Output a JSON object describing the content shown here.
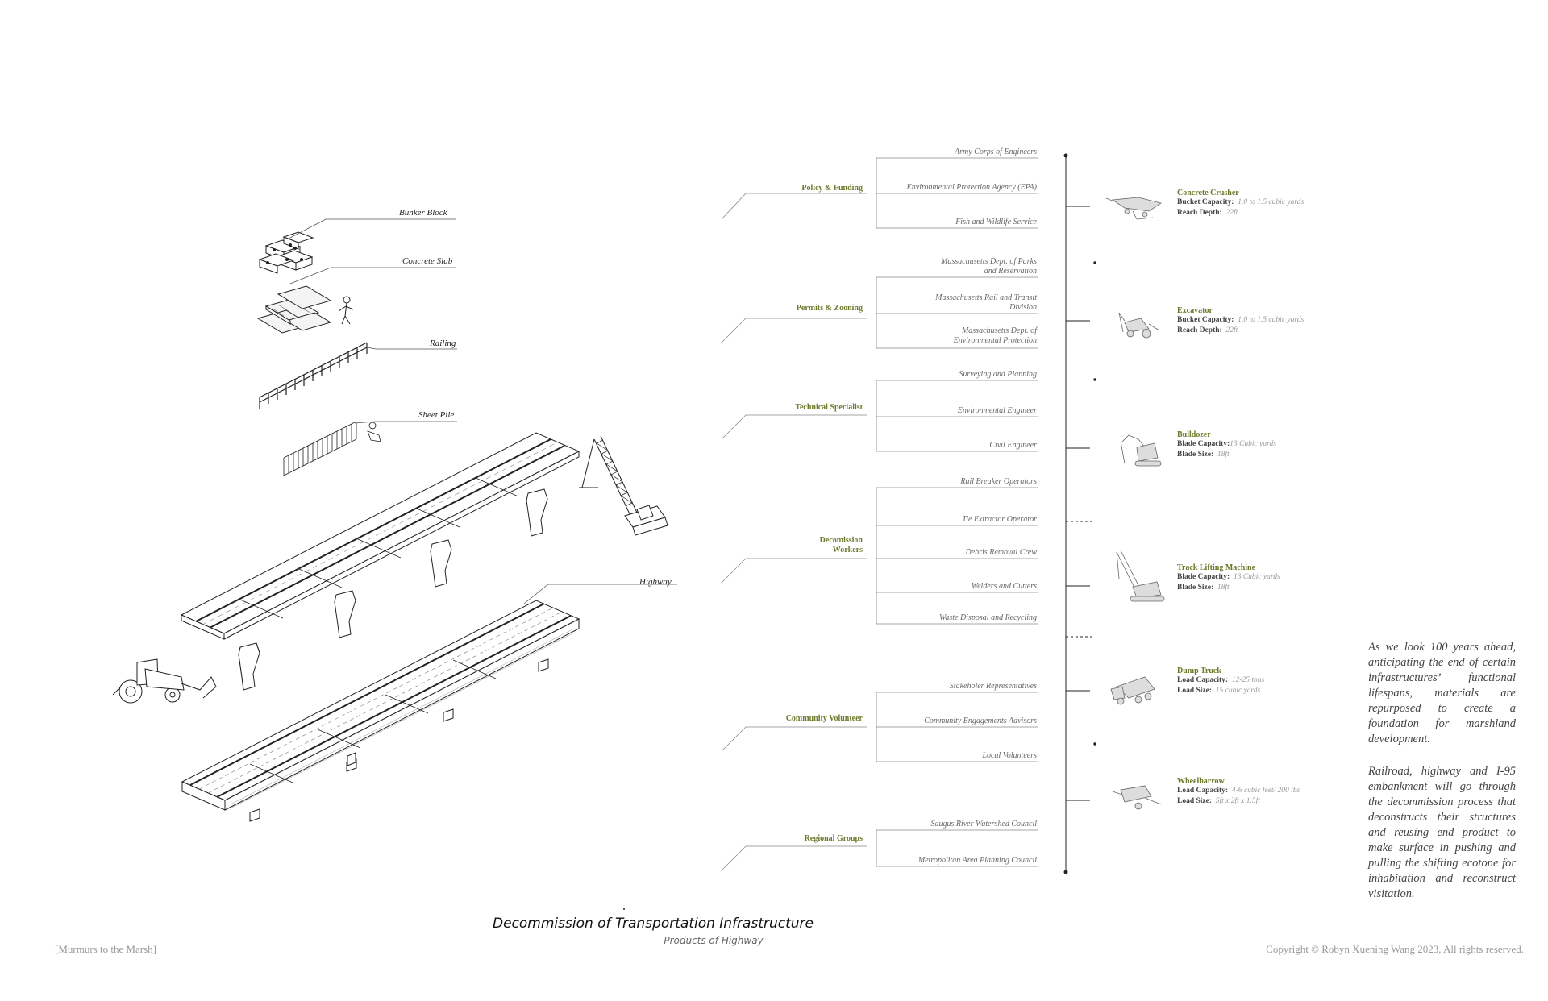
{
  "components": {
    "bunker_block": "Bunker Block",
    "concrete_slab": "Concrete Slab",
    "railing": "Railing",
    "sheet_pile": "Sheet Pile",
    "highway": "Highway"
  },
  "groups": [
    {
      "name": "Policy & Funding",
      "members": [
        "Army Corps of Engineers",
        "Environmental Protection Agency (EPA)",
        "Fish and Wildlife Service"
      ]
    },
    {
      "name": "Permits & Zooning",
      "members": [
        "Massachusetts Dept. of Parks and Reservation",
        "Massachusetts Rail and Transit Division",
        "Massachusetts Dept. of Environmental Protection"
      ]
    },
    {
      "name": "Technical Specialist",
      "members": [
        "Surveying and Planning",
        "Environmental Engineer",
        "Civil Engineer"
      ]
    },
    {
      "name": "Decomission Workers",
      "members": [
        "Rail Breaker Operators",
        "Tie Extractor Operator",
        "Debris Removal Crew",
        "Welders and Cutters",
        "Waste Disposal and Recycling"
      ]
    },
    {
      "name": "Community Volunteer",
      "members": [
        "Stakeholer Representatives",
        "Community Engagements Advisors",
        "Local Volunteers"
      ]
    },
    {
      "name": "Regional Groups",
      "members": [
        "Saugus River Watershed Council",
        "Metropolitan Area Planning Council"
      ]
    }
  ],
  "machines": [
    {
      "name": "Concrete Crusher",
      "icon": "concrete-crusher-icon",
      "specs": [
        {
          "label": "Bucket Capacity:",
          "value": "1.0 to 1.5 cubic yards"
        },
        {
          "label": "Reach Depth:",
          "value": "22ft"
        }
      ]
    },
    {
      "name": "Excavator",
      "icon": "excavator-icon",
      "specs": [
        {
          "label": "Bucket Capacity:",
          "value": "1.0 to 1.5 cubic yards"
        },
        {
          "label": "Reach Depth:",
          "value": "22ft"
        }
      ]
    },
    {
      "name": "Bulldozer",
      "icon": "bulldozer-icon",
      "specs": [
        {
          "label": "Blade Capacity:",
          "value": "13 Cubic yards"
        },
        {
          "label": "Blade Size:",
          "value": "18ft"
        }
      ]
    },
    {
      "name": "Track Lifting Machine",
      "icon": "crane-icon",
      "specs": [
        {
          "label": "Blade Capacity:",
          "value": "13 Cubic yards"
        },
        {
          "label": "Blade Size:",
          "value": "18ft"
        }
      ]
    },
    {
      "name": "Dump Truck",
      "icon": "dump-truck-icon",
      "specs": [
        {
          "label": "Load Capacity:",
          "value": "12-25 tons"
        },
        {
          "label": "Load Size:",
          "value": "15 cubic yards"
        }
      ]
    },
    {
      "name": "Wheelbarrow",
      "icon": "wheelbarrow-icon",
      "specs": [
        {
          "label": "Load Capacity:",
          "value": "4-6 cubic feet/ 200 lbs"
        },
        {
          "label": "Load Size:",
          "value": "5ft x 2ft x 1.5ft"
        }
      ]
    }
  ],
  "paragraph1": "As we look 100 years ahead, anticipating the end of certain infrastructures’ functional lifespans, materials are repurposed to create a foundation for marshland development.",
  "paragraph2": "Railroad, highway and I-95 embankment will go through the decommission process that deconstructs their structures and reusing end product to make surface in pushing and pulling the shifting ecotone for inhabitation and reconstruct visitation.",
  "title": "Decommission of Transportation Infrastructure",
  "subtitle": "Products of Highway",
  "footer_left": "[Murmurs to the Marsh]",
  "footer_right": "Copyright © Robyn Xuening Wang 2023, All rights reserved."
}
